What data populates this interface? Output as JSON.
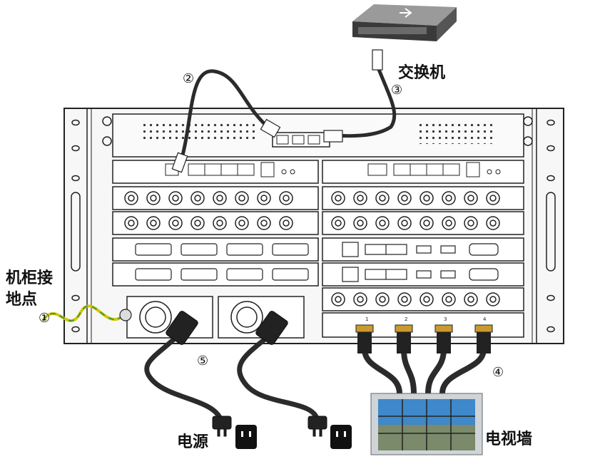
{
  "labels": {
    "switch": "交换机",
    "ground_point_line1": "机柜接",
    "ground_point_line2": "地点",
    "power": "电源",
    "video_wall": "电视墙"
  },
  "callouts": {
    "c1": "①",
    "c2": "②",
    "c3": "③",
    "c5": "⑤",
    "c4": "④"
  },
  "hdmi_port_numbers": [
    "1",
    "2",
    "3",
    "4"
  ],
  "colors": {
    "chassis_fill": "#f7f7f7",
    "line": "#222222",
    "cable": "#2b2b2b",
    "cable_highlight": "#555555",
    "hdmi_gold": "#c99a2e",
    "ground_yellow": "#d9c600",
    "ground_green": "#3f9a3a",
    "sky": "#3f88c9"
  },
  "icons": {
    "network_switch": "network-switch-icon",
    "rj45": "rj45-plug-icon",
    "power_plug": "power-plug-icon",
    "power_socket": "power-socket-icon",
    "hdmi": "hdmi-connector-icon",
    "video_wall": "video-wall-icon"
  }
}
